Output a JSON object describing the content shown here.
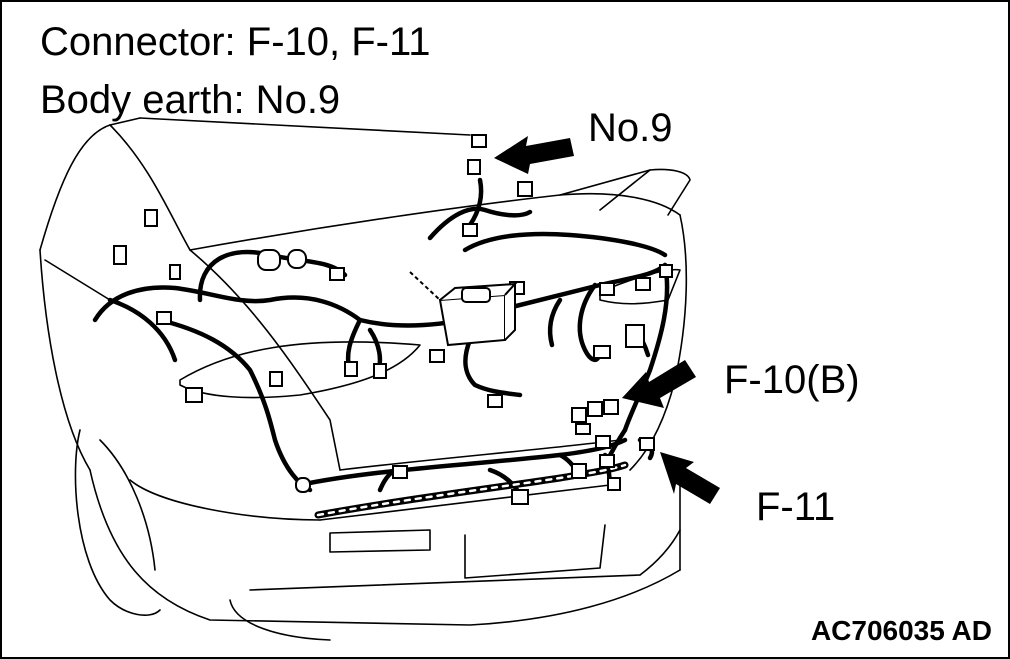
{
  "header": {
    "connector_line": "Connector: F-10, F-11",
    "earth_line": "Body earth: No.9"
  },
  "callouts": {
    "no9": "No.9",
    "f10": "F-10(B)",
    "f11": "F-11"
  },
  "figure_code": "AC706035 AD"
}
